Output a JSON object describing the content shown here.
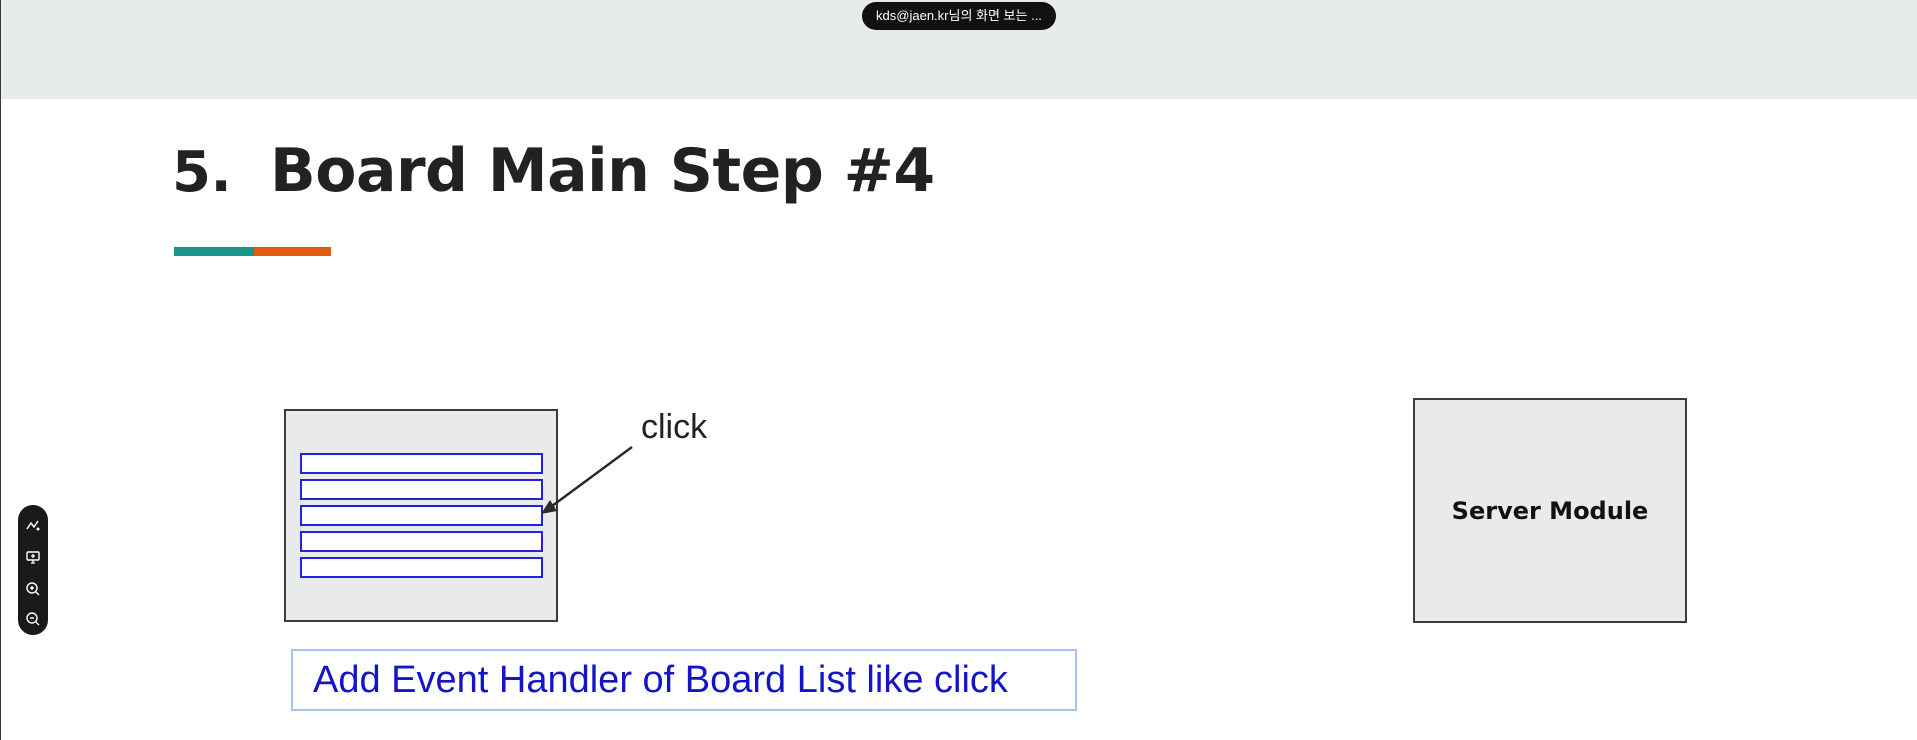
{
  "share_indicator": {
    "text": "kds@jaen.kr님의 화면 보는 ..."
  },
  "slide": {
    "number": "5.",
    "title": "Board Main Step #4",
    "colors": {
      "teal": "#18968d",
      "orange": "#e2590f",
      "caption_blue": "#1515c8",
      "row_blue": "#2222dd"
    }
  },
  "diagram": {
    "client_rows": [
      "row-1",
      "row-2",
      "row-3",
      "row-4",
      "row-5"
    ],
    "click_label": "click",
    "server_label": "Server Module",
    "caption": "Add Event Handler of Board List like click"
  },
  "viewer_toolbar": {
    "tools": [
      "annotate-icon",
      "screen-share-icon",
      "zoom-in-icon",
      "zoom-out-icon"
    ]
  }
}
